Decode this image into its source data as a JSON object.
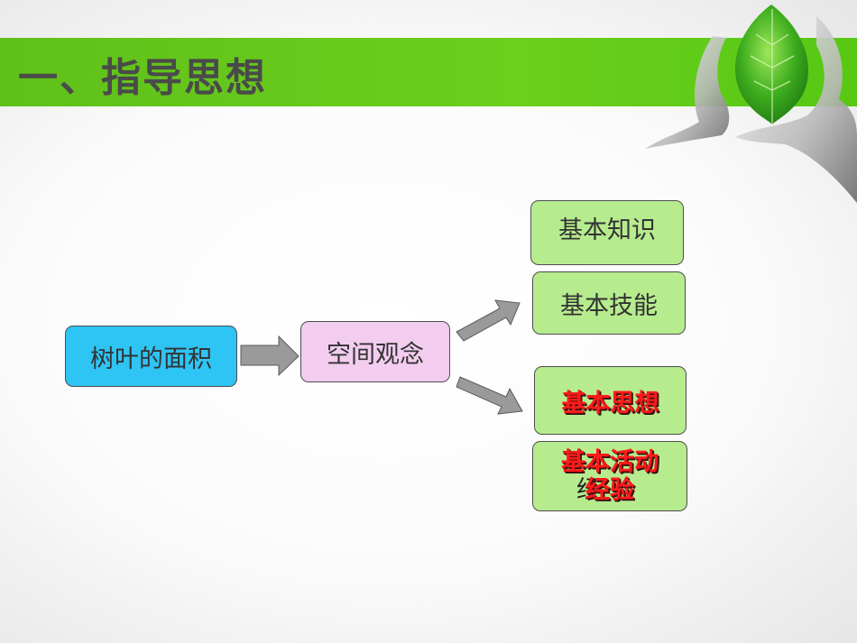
{
  "slide": {
    "title": "一、指导思想"
  },
  "diagram": {
    "nodes": {
      "leaf_area": "树叶的面积",
      "space_concept": "空间观念",
      "basic_knowledge": "基本知识",
      "basic_skill": "基本技能",
      "basic_thought": "基本思想",
      "basic_activity_line1": "基本活动",
      "basic_activity_line2": "经验",
      "basic_activity_ghost": "经"
    }
  },
  "colors": {
    "title_bar": "#6ccf1c",
    "blue_box": "#2ec4f4",
    "pink_box": "#f2cdef",
    "green_box": "#b7ec8e",
    "emphasis_text": "#ff1a1a",
    "arrow": "#9a9a9a"
  }
}
